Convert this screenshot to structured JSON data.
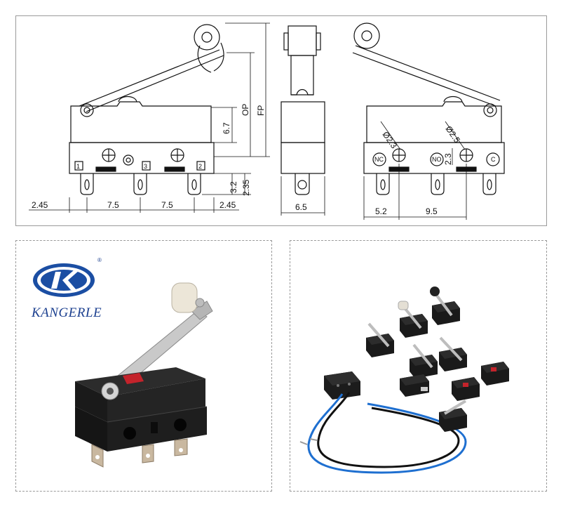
{
  "drawing": {
    "dims": {
      "d1": "2.45",
      "d2": "7.5",
      "d3": "7.5",
      "d4": "2.45",
      "d5": "6.7",
      "d6": "OP",
      "d7": "FP",
      "d8": "3.2",
      "d9": "2.35",
      "d10": "6.5",
      "d11": "Ø2.3",
      "d12": "Ø2.5",
      "d13": "2.3",
      "d14": "5.2",
      "d15": "9.5"
    },
    "pins": {
      "p1": "1",
      "p2": "3",
      "p3": "2"
    },
    "terminals": {
      "nc": "NC",
      "no": "NO",
      "c": "C"
    }
  },
  "brand": {
    "name": "KANGERLE",
    "registered": "®"
  },
  "colors": {
    "brand_blue": "#1b4ea3",
    "switch_body": "#1c1c1c",
    "wire_blue": "#1e6fd0",
    "wire_black": "#111111",
    "lever_metal": "#c9c9c9"
  }
}
